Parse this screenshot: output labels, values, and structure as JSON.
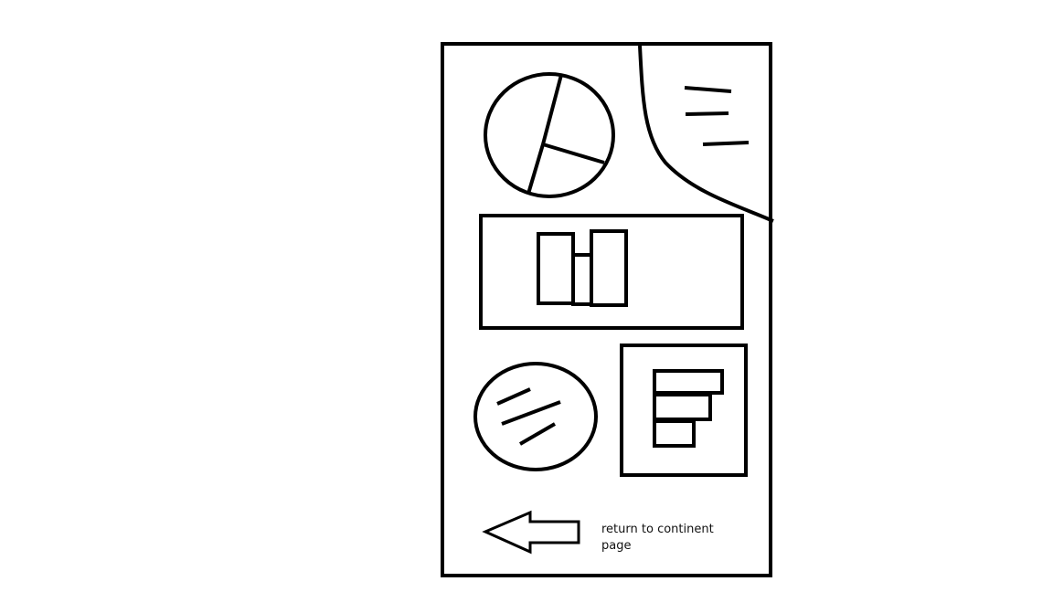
{
  "colors": {
    "background": "#ffffff",
    "ink": "#000000"
  },
  "wireframe": {
    "pie_chart": {
      "icon": "pie-chart-icon"
    },
    "text_block": {
      "icon": "text-lines-icon",
      "line_count": 3
    },
    "bar_chart": {
      "icon": "bar-chart-icon",
      "bar_count": 3
    },
    "oval_text": {
      "icon": "oval-text-icon",
      "line_count": 3
    },
    "horizontal_bar_chart": {
      "icon": "horizontal-bar-chart-icon",
      "bar_count": 3
    },
    "back_nav": {
      "icon": "left-arrow-icon",
      "label_line1": "return to continent",
      "label_line2": "page"
    }
  }
}
